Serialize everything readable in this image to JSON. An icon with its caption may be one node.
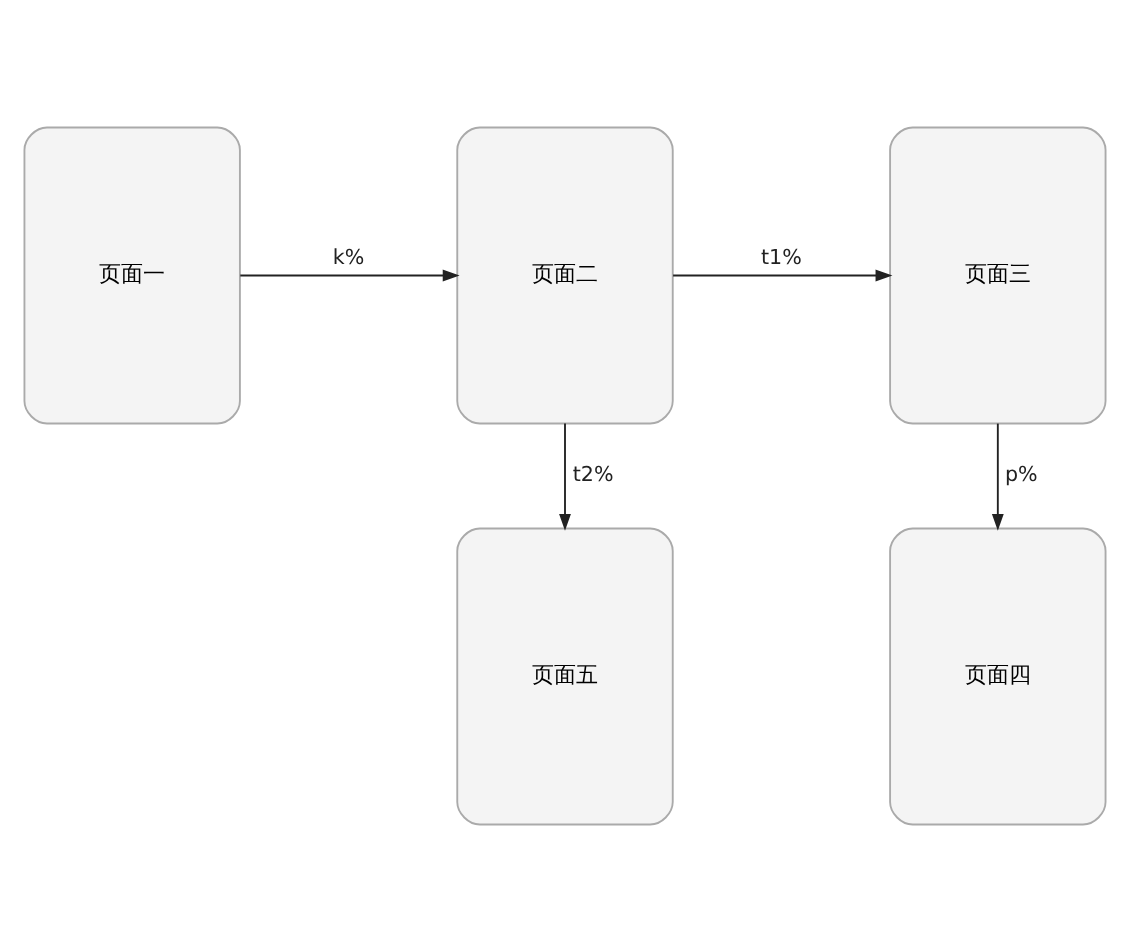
{
  "diagram": {
    "nodes": [
      {
        "text": [
          "页面一"
        ]
      },
      {
        "text": [
          "页面二"
        ]
      },
      {
        "text": [
          "页面三"
        ]
      },
      {
        "text": [
          "页面五"
        ]
      },
      {
        "text": [
          "页面四"
        ]
      }
    ],
    "edges": [
      {
        "from": 0,
        "to": 1,
        "arrow": "to",
        "label": "k%"
      },
      {
        "from": 1,
        "to": 2,
        "arrow": "to",
        "label": "t1%"
      },
      {
        "from": 1,
        "to": 3,
        "arrow": "to",
        "label": "t2%"
      },
      {
        "from": 2,
        "to": 4,
        "arrow": "to",
        "label": "p%"
      }
    ]
  }
}
